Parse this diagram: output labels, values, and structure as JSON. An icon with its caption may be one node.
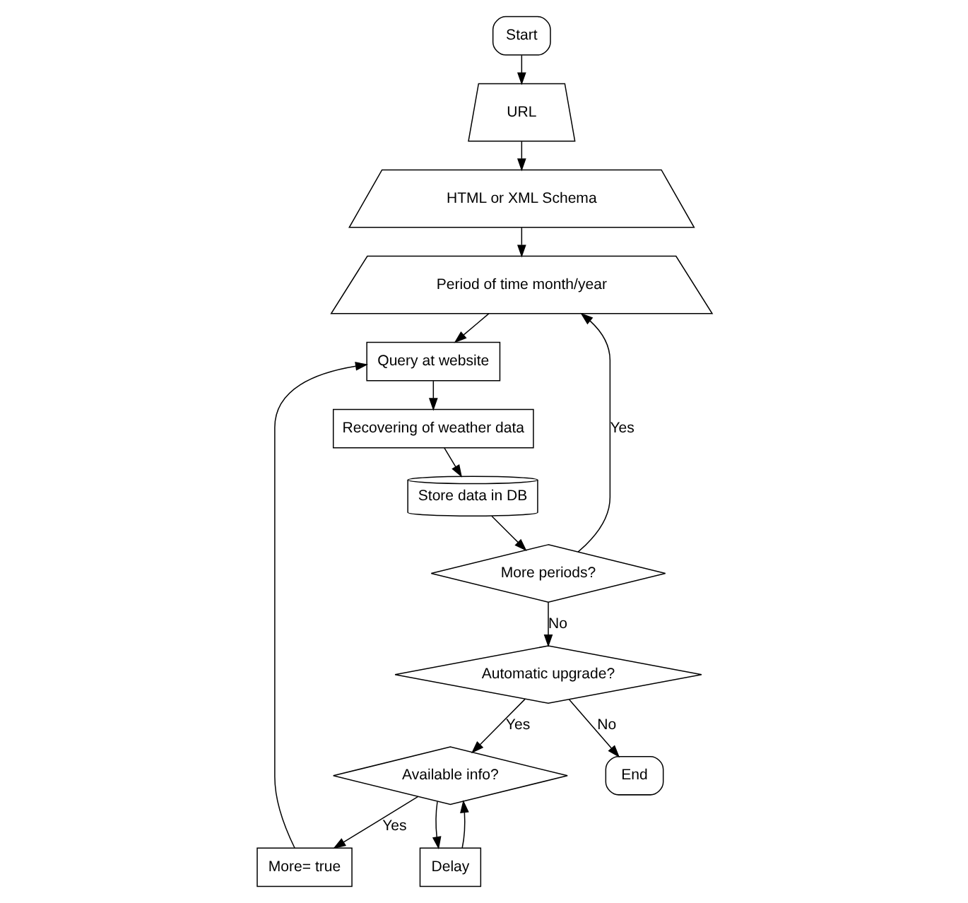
{
  "diagram": {
    "nodes": [
      {
        "text": [
          "Start"
        ]
      },
      {
        "text": [
          "URL"
        ]
      },
      {
        "text": [
          "HTML or XML Schema"
        ]
      },
      {
        "text": [
          "Period of time month/year"
        ]
      },
      {
        "text": [
          "Query at website"
        ]
      },
      {
        "text": [
          "Recovering of weather data"
        ]
      },
      {
        "text": [
          "Store data in DB"
        ]
      },
      {
        "text": [
          "More periods?"
        ]
      },
      {
        "text": [
          "Automatic upgrade?"
        ]
      },
      {
        "text": [
          "End"
        ]
      },
      {
        "text": [
          "Available info?"
        ]
      },
      {
        "text": [
          "Delay"
        ]
      },
      {
        "text": [
          "More= true"
        ]
      }
    ],
    "edges": [
      {
        "from": 0,
        "to": 1,
        "arrow": "to"
      },
      {
        "from": 1,
        "to": 2,
        "arrow": "to"
      },
      {
        "from": 2,
        "to": 3,
        "arrow": "to"
      },
      {
        "from": 3,
        "to": 4,
        "arrow": "to"
      },
      {
        "from": 4,
        "to": 5,
        "arrow": "to"
      },
      {
        "from": 5,
        "to": 6,
        "arrow": "to"
      },
      {
        "from": 6,
        "to": 7,
        "arrow": "to"
      },
      {
        "from": 7,
        "to": 3,
        "arrow": "to",
        "label": "Yes"
      },
      {
        "from": 7,
        "to": 8,
        "arrow": "to",
        "label": "No"
      },
      {
        "from": 8,
        "to": 9,
        "arrow": "to",
        "label": "No"
      },
      {
        "from": 8,
        "to": 10,
        "arrow": "to",
        "label": "Yes"
      },
      {
        "from": 10,
        "to": 11,
        "arrow": "to"
      },
      {
        "from": 11,
        "to": 10,
        "arrow": "to"
      },
      {
        "from": 10,
        "to": 12,
        "arrow": "to",
        "label": "Yes"
      },
      {
        "from": 12,
        "to": 4,
        "arrow": "to"
      }
    ]
  }
}
